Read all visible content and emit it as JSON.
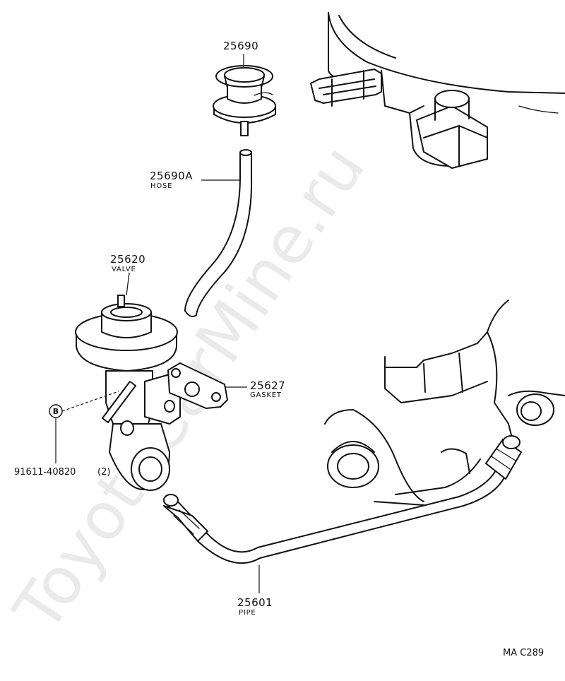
{
  "watermark": "ToyotaCarMine.ru",
  "diagram_code": "MA C289",
  "parts": [
    {
      "number": "25690",
      "name": ""
    },
    {
      "number": "25690A",
      "name": "HOSE"
    },
    {
      "number": "25620",
      "name": "VALVE"
    },
    {
      "number": "25627",
      "name": "GASKET"
    },
    {
      "number": "25601",
      "name": "PIPE"
    }
  ],
  "bolt": {
    "marker": "B",
    "number": "91611-40820",
    "quantity": "(2)"
  }
}
